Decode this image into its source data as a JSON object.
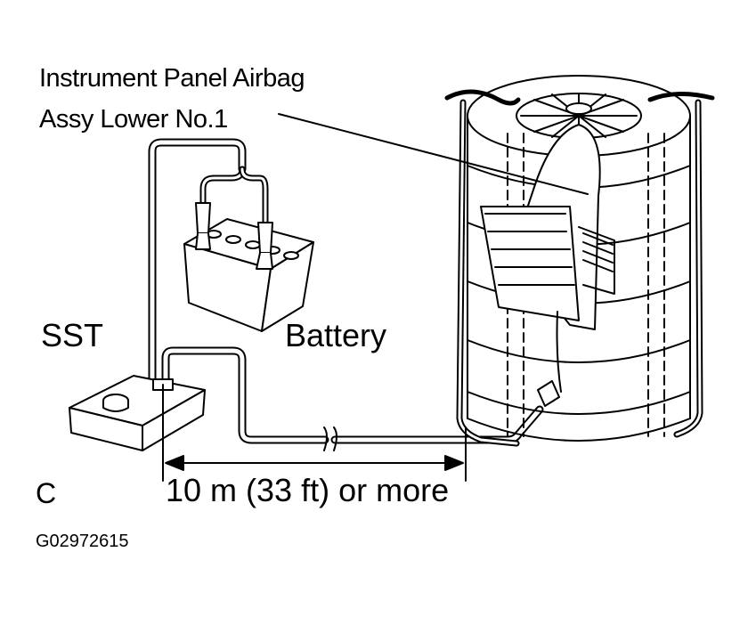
{
  "labels": {
    "airbag_line1": "Instrument Panel Airbag",
    "airbag_line2": "Assy Lower No.1",
    "sst": "SST",
    "battery": "Battery",
    "distance": "10 m (33 ft) or more",
    "view_letter": "C",
    "figure_code": "G02972615"
  },
  "icons": [
    "battery-icon",
    "sst-device-icon",
    "tire-stack-icon",
    "clip-lead-icon",
    "cable-icon",
    "dimension-arrow-icon",
    "leader-line-icon"
  ],
  "colors": {
    "ink": "#000000",
    "paper": "#ffffff"
  }
}
